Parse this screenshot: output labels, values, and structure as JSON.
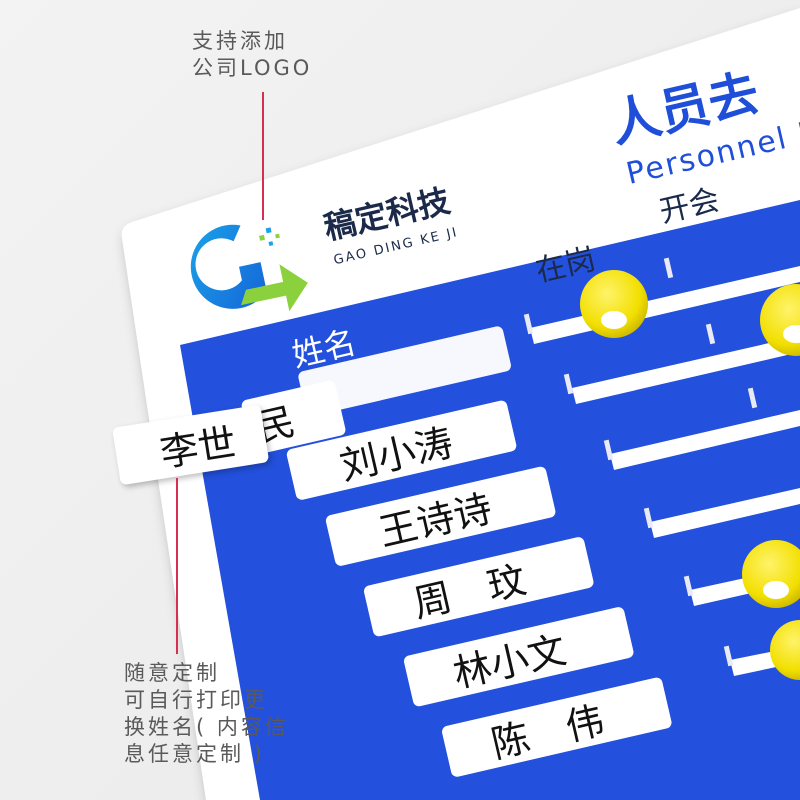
{
  "annotations": {
    "logo_note_line1": "支持添加",
    "logo_note_line2": "公司LOGO",
    "name_note_line1": "随意定制",
    "name_note_line2": "可自行打印更",
    "name_note_line3": "换姓名( 内容信",
    "name_note_line4": "息任意定制 )"
  },
  "board": {
    "title_cn": "人员去",
    "title_en": "Personnel D",
    "company_name": "稿定科技",
    "company_pinyin": "GAO DING KE JI",
    "name_header": "姓名",
    "status_columns": [
      "在岗",
      "开会"
    ],
    "colors": {
      "panel": "#2350dc",
      "title": "#1f4fd8",
      "accent": "#7fd14b",
      "magnet": "#f4e300"
    }
  },
  "loose_tag": {
    "text": "李世"
  },
  "rows": [
    {
      "name": "民"
    },
    {
      "name": "刘小涛"
    },
    {
      "name": "王诗诗"
    },
    {
      "name": "周　玟"
    },
    {
      "name": "林小文"
    },
    {
      "name": "陈　伟"
    }
  ]
}
